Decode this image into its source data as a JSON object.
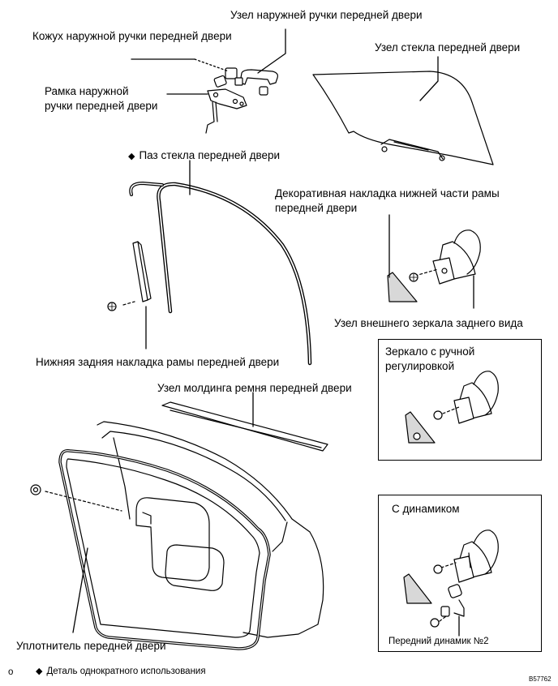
{
  "labels": {
    "outer_handle_assembly": "Узел наружней ручки передней двери",
    "outer_handle_cover": "Кожух наружной ручки передней двери",
    "glass_assembly": "Узел стекла передней двери",
    "outer_handle_frame_line1": "Рамка наружной",
    "outer_handle_frame_line2": "ручки передней двери",
    "glass_run": "Паз стекла передней двери",
    "frame_lower_garnish_line1": "Декоративная накладка нижней части рамы",
    "frame_lower_garnish_line2": "передней двери",
    "mirror_assembly": "Узел внешнего зеркала заднего вида",
    "rear_lower_frame_garnish": "Нижняя задняя накладка рамы передней двери",
    "belt_moulding": "Узел молдинга ремня передней двери",
    "weatherstrip": "Уплотнитель передней двери",
    "speaker_no2": "Передний динамик №2"
  },
  "insets": {
    "manual_mirror_line1": "Зеркало с ручной",
    "manual_mirror_line2": "регулировкой",
    "with_speaker": "С динамиком"
  },
  "legend": {
    "symbol": "◆",
    "text": "Деталь однократного использования"
  },
  "footer": {
    "corner_mark": "o",
    "figure_code": "B57762"
  }
}
